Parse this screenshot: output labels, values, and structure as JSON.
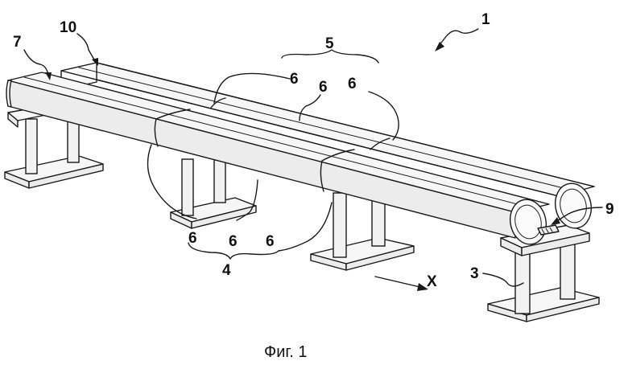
{
  "figure": {
    "caption": "Фиг. 1",
    "labels": {
      "assembly": "1",
      "support": "3",
      "row_front": "4",
      "row_back": "5",
      "joint": "6",
      "tube_front": "7",
      "retainer": "9",
      "tube_back": "10",
      "direction": "X"
    }
  }
}
